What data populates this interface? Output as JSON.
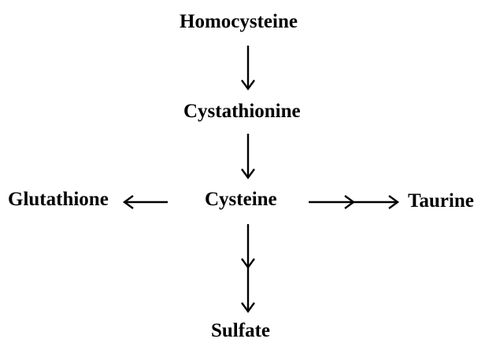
{
  "diagram": {
    "nodes": {
      "homocysteine": "Homocysteine",
      "cystathionine": "Cystathionine",
      "cysteine": "Cysteine",
      "glutathione": "Glutathione",
      "taurine": "Taurine",
      "sulfate": "Sulfate"
    },
    "edges": [
      {
        "from": "homocysteine",
        "to": "cystathionine",
        "steps": 1
      },
      {
        "from": "cystathionine",
        "to": "cysteine",
        "steps": 1
      },
      {
        "from": "cysteine",
        "to": "glutathione",
        "steps": 1
      },
      {
        "from": "cysteine",
        "to": "taurine",
        "steps": 2
      },
      {
        "from": "cysteine",
        "to": "sulfate",
        "steps": 2
      }
    ],
    "colors": {
      "text": "#000000",
      "arrow": "#000000",
      "background": "#ffffff"
    }
  }
}
